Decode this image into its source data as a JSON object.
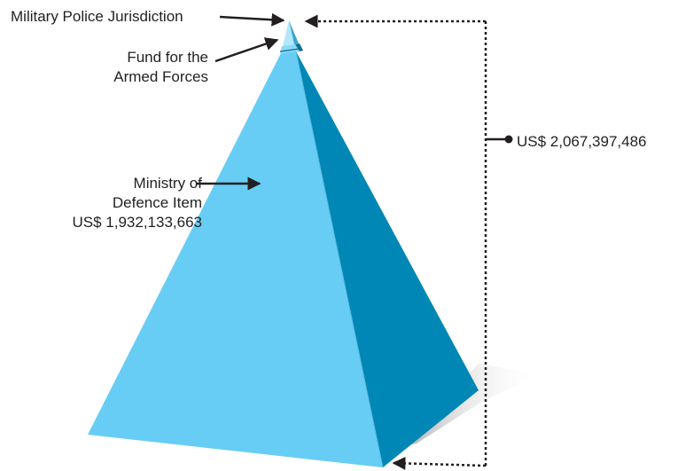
{
  "diagram": {
    "labels": {
      "military_police": "Military Police Jurisdiction",
      "fund_line1": "Fund for the",
      "fund_line2": "Armed Forces",
      "mod_line1": "Ministry of",
      "mod_line2": "Defence Item",
      "mod_amount": "US$ 1,932,133,663",
      "total_amount": "US$ 2,067,397,486"
    },
    "colors": {
      "front_face": "#68cdf4",
      "side_face": "#0087b5",
      "tip": "#b3e6fa",
      "shadow": "#a9a9a9",
      "arrows": "#231f20"
    }
  }
}
